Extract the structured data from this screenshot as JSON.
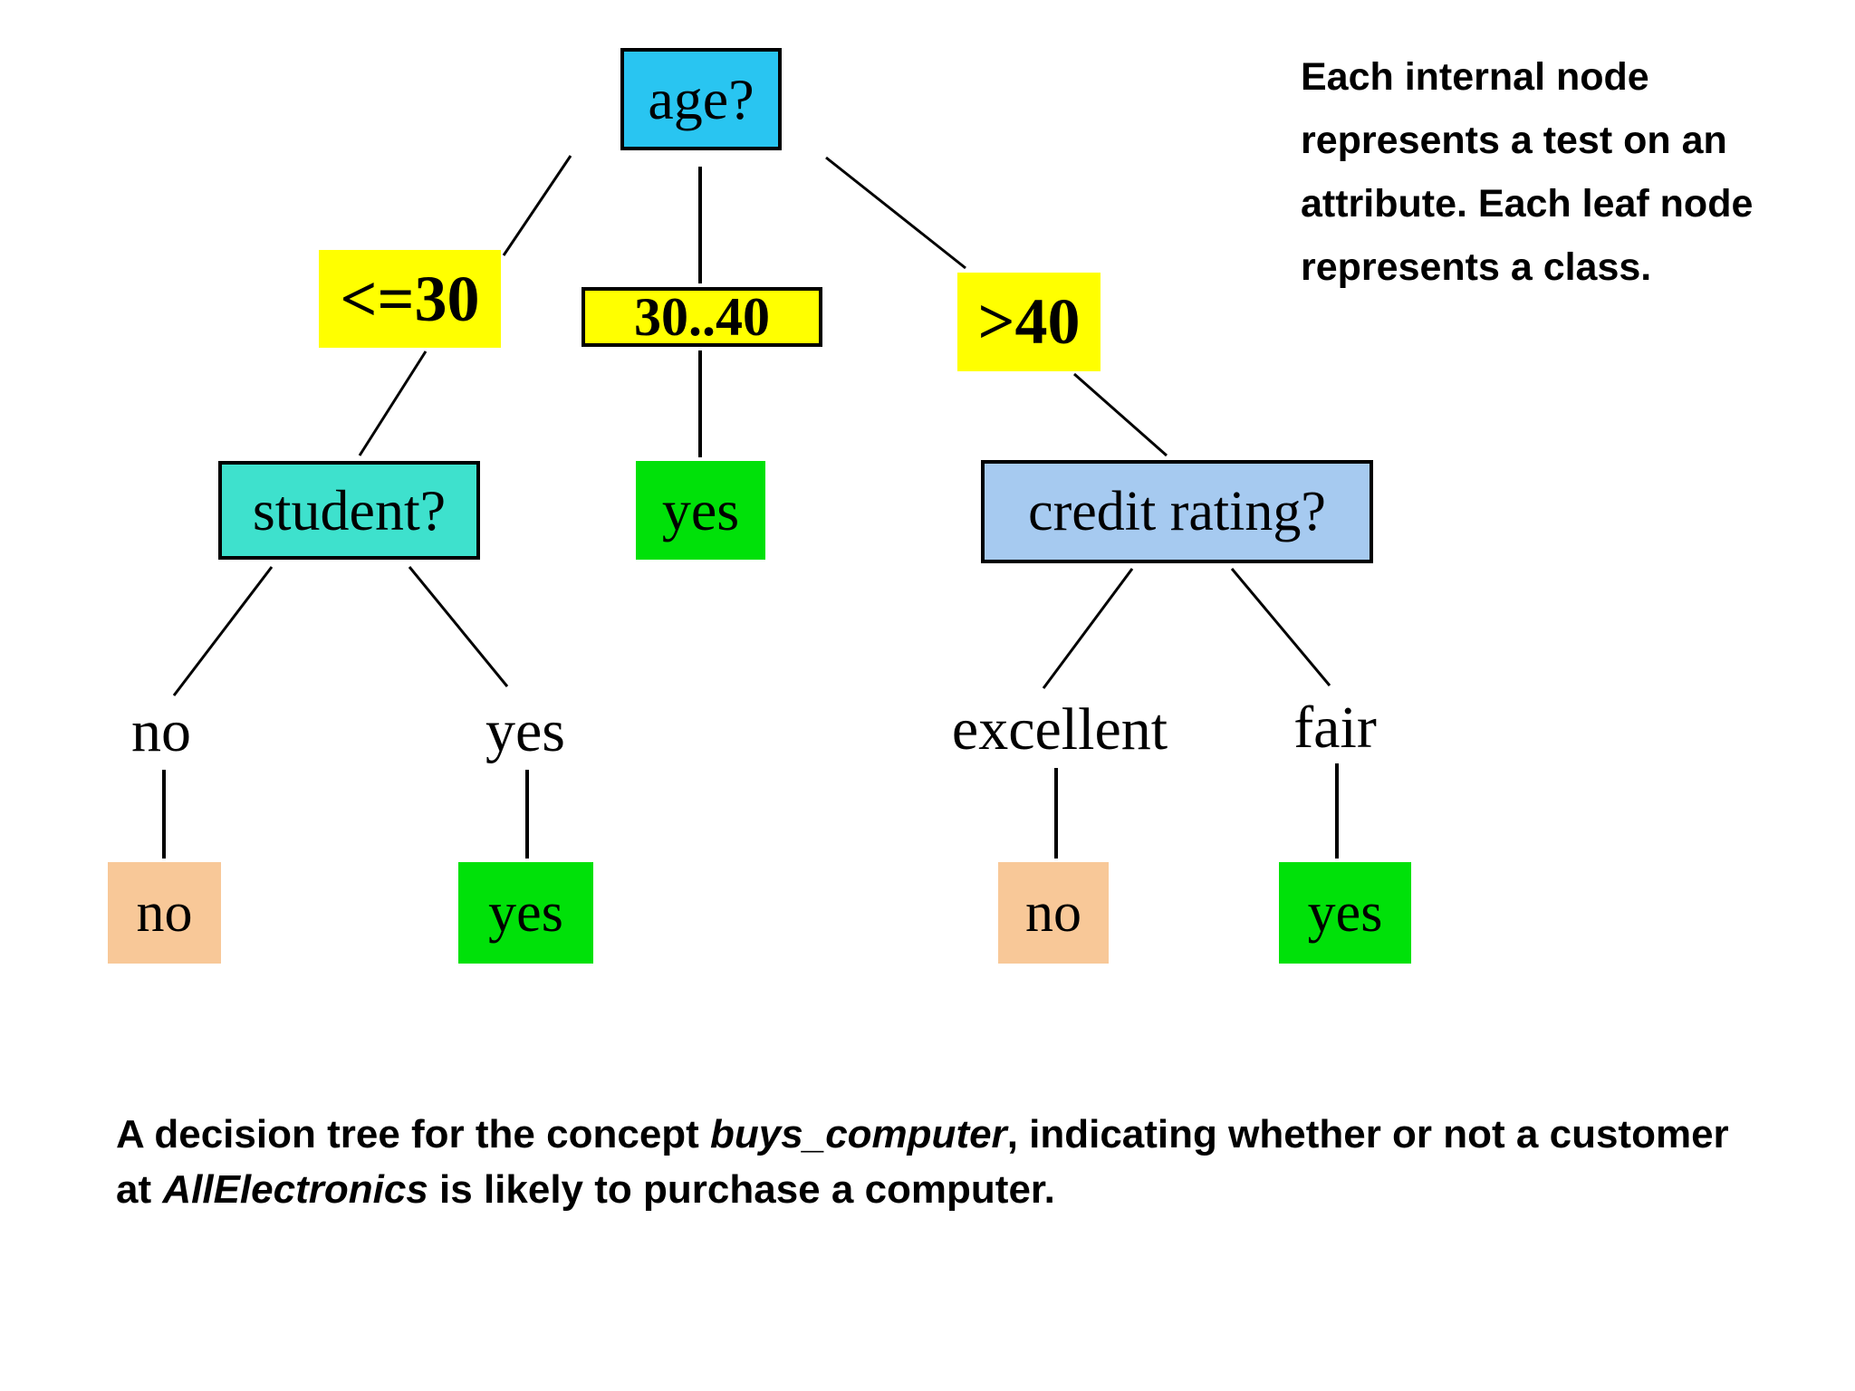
{
  "colors": {
    "background": "#FFFFFF",
    "node_cyan": "#29C5F1",
    "node_yellow": "#FFFF00",
    "node_turquoise": "#3EE1CD",
    "node_green": "#00E109",
    "node_lightblue": "#A6CAF0",
    "node_peach": "#F8C898",
    "edge": "#000000",
    "text": "#000000"
  },
  "tree": {
    "root_label": "age?",
    "branch_le30": "<=30",
    "branch_3040": "30..40",
    "branch_gt40": ">40",
    "node_student": "student?",
    "node_credit": "credit rating?",
    "leaf_age3040": "yes",
    "label_student_no": "no",
    "label_student_yes": "yes",
    "label_credit_excellent": "excellent",
    "label_credit_fair": "fair",
    "leaf_student_no": "no",
    "leaf_student_yes": "yes",
    "leaf_credit_excellent": "no",
    "leaf_credit_fair": "yes"
  },
  "annotation": {
    "lines": [
      "Each internal node",
      "represents a test on an",
      "attribute. Each leaf node",
      "represents a class."
    ]
  },
  "caption": {
    "line1": {
      "part1": "A decision tree for the concept ",
      "italic": "buys_computer",
      "part2": ", indicating whether or not a customer"
    },
    "line2": {
      "part1": "at ",
      "italic": "AllElectronics",
      "part2": " is likely to purchase a computer."
    }
  }
}
